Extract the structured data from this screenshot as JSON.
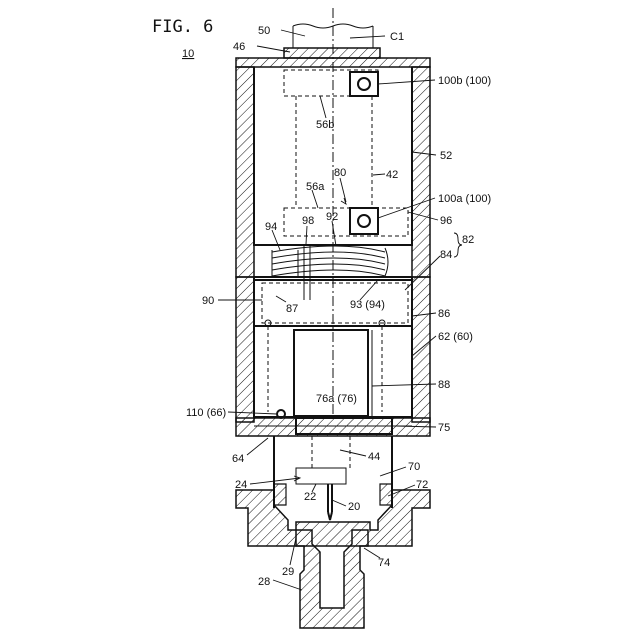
{
  "figure": {
    "title": "FIG. 6",
    "ref": "10"
  },
  "labels": {
    "l50": "50",
    "c1": "C1",
    "l46": "46",
    "l100b": "100b (100)",
    "l56b": "56b",
    "l52": "52",
    "l80": "80",
    "l42": "42",
    "l56a": "56a",
    "l100a": "100a (100)",
    "l96": "96",
    "l94": "94",
    "l98": "98",
    "l92": "92",
    "l82": "82",
    "l84": "84",
    "l90": "90",
    "l87": "87",
    "l93": "93 (94)",
    "l86": "86",
    "l62": "62 (60)",
    "l88": "88",
    "l76a": "76a (76)",
    "l110": "110 (66)",
    "l75": "75",
    "l64": "64",
    "l44": "44",
    "l70": "70",
    "l24": "24",
    "l72": "72",
    "l22": "22",
    "l20": "20",
    "l74": "74",
    "l29": "29",
    "l28": "28"
  }
}
